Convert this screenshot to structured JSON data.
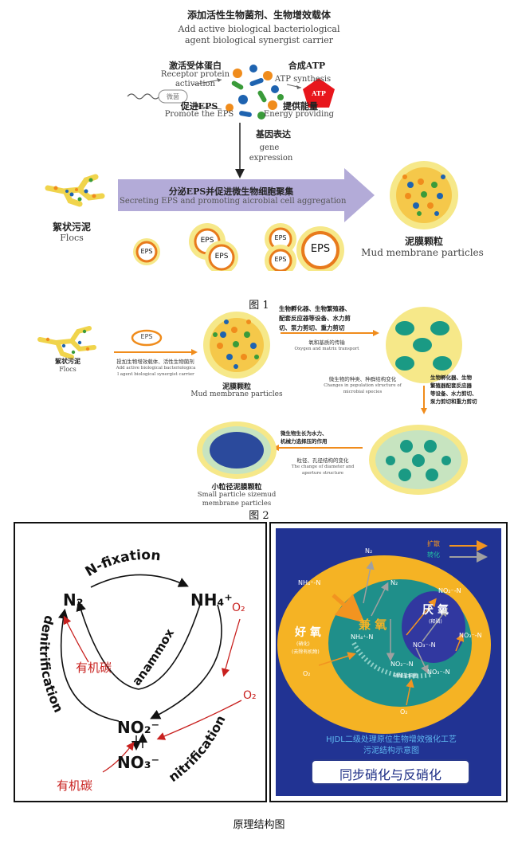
{
  "fig1": {
    "title_cn": "添加活性生物菌剂、生物增效载体",
    "title_en1": "Add active biological bacteriological",
    "title_en2": "agent biological synergist carrier",
    "receptor_cn": "激活受体蛋白",
    "receptor_en1": "Receptor protein",
    "receptor_en2": "activation",
    "receptor_pill": "微菌",
    "atp_cn": "合成ATP",
    "atp_en": "ATP synthesis",
    "atp_label": "ATP",
    "eps_cn": "促进EPS",
    "eps_en": "Promote the EPS",
    "energy_cn": "提供能量",
    "energy_en": "Energy providing",
    "gene_cn": "基因表达",
    "gene_en1": "gene",
    "gene_en2": "expression",
    "arrow_cn": "分泌EPS并促进微生物细胞聚集",
    "arrow_en": "Secreting EPS and promoting aicrobial cell aggregation",
    "flocs_cn": "絮状污泥",
    "flocs_en": "Flocs",
    "mud_cn": "泥膜颗粒",
    "mud_en": "Mud membrane particles",
    "eps_label": "EPS",
    "caption": "图 1"
  },
  "fig2": {
    "flocs_cn": "絮状污泥",
    "flocs_en": "Flocs",
    "eps_label": "EPS",
    "add_cn": "投加生物增效载体、活性生物菌剂",
    "add_en1": "Add active biological bacteriologica",
    "add_en2": "l agent biological synergist carrier",
    "mud_cn": "泥膜颗粒",
    "mud_en": "Mud membrane particles",
    "top_cn1": "生物孵化器、生物繁殖器、",
    "top_cn2": "配套反应器等设备、水力剪",
    "top_cn3": "切、泵力剪切、重力剪切",
    "oxy_cn": "氧和基质的传输",
    "oxy_en": "Oxygen and matrix transport",
    "pop_cn": "微生物的种类、种群结构变化",
    "pop_en1": "Changes in population structure of",
    "pop_en2": "microbial species",
    "right_cn1": "生物孵化器、生物",
    "right_cn2": "繁殖器配套反应器",
    "right_cn3": "等设备、水力剪切、",
    "right_cn4": "泵力剪切和重力剪切",
    "grow_cn1": "微生物生长为水力、",
    "grow_cn2": "机械力选择压的作用",
    "diam_cn": "粒径、孔径结构的变化",
    "diam_en1": "The change of diameter and",
    "diam_en2": "aperture structure",
    "small_cn": "小粒径泥膜颗粒",
    "small_en1": "Small particle sizemud",
    "small_en2": "membrane particles",
    "caption": "图 2"
  },
  "cycle": {
    "nfix": "N-fixation",
    "n2": "N₂",
    "nh4": "NH₄⁺",
    "anammox": "anammox",
    "denitrification": "denitrification",
    "nitrification": "nitrification",
    "no2": "NO₂⁻",
    "no3": "NO₃⁻",
    "o2a": "O₂",
    "o2b": "O₂",
    "carbon1": "有机碳",
    "carbon2": "有机碳"
  },
  "structure": {
    "legend_diffuse": "扩散",
    "legend_transform": "转化",
    "aerobic": "好 氧",
    "aerobic_sub1": "(硝化)",
    "aerobic_sub2": "(去除有机物)",
    "anoxic": "兼 氧",
    "anaerobic": "厌 氧",
    "anaerobic_sub": "(释磷)",
    "n2a": "N₂",
    "n2b": "N₂",
    "nh4a": "NH₄⁺-N",
    "nh4b": "NH₄⁺-N",
    "no2a": "NO₂⁻-N",
    "no2b": "NO₂⁻-N",
    "no3a": "NO₃⁻-N",
    "no3b": "NO₃⁻-N",
    "no3c": "NO₃⁻-N",
    "o2a": "O₂",
    "o2b": "O₂",
    "film": "硝酸盐细菌",
    "desc1": "HJDL二级处理原位生物增效强化工艺",
    "desc2": "污泥结构示意图",
    "banner": "同步硝化与反硝化",
    "colors": {
      "outer": "#f5b324",
      "mid": "#1f8f8a",
      "inner": "#3138a0",
      "bg": "#1e2f86",
      "diffuse": "#f29420",
      "transform": "#9a9a9a"
    }
  },
  "bottom_caption": "原理结构图"
}
